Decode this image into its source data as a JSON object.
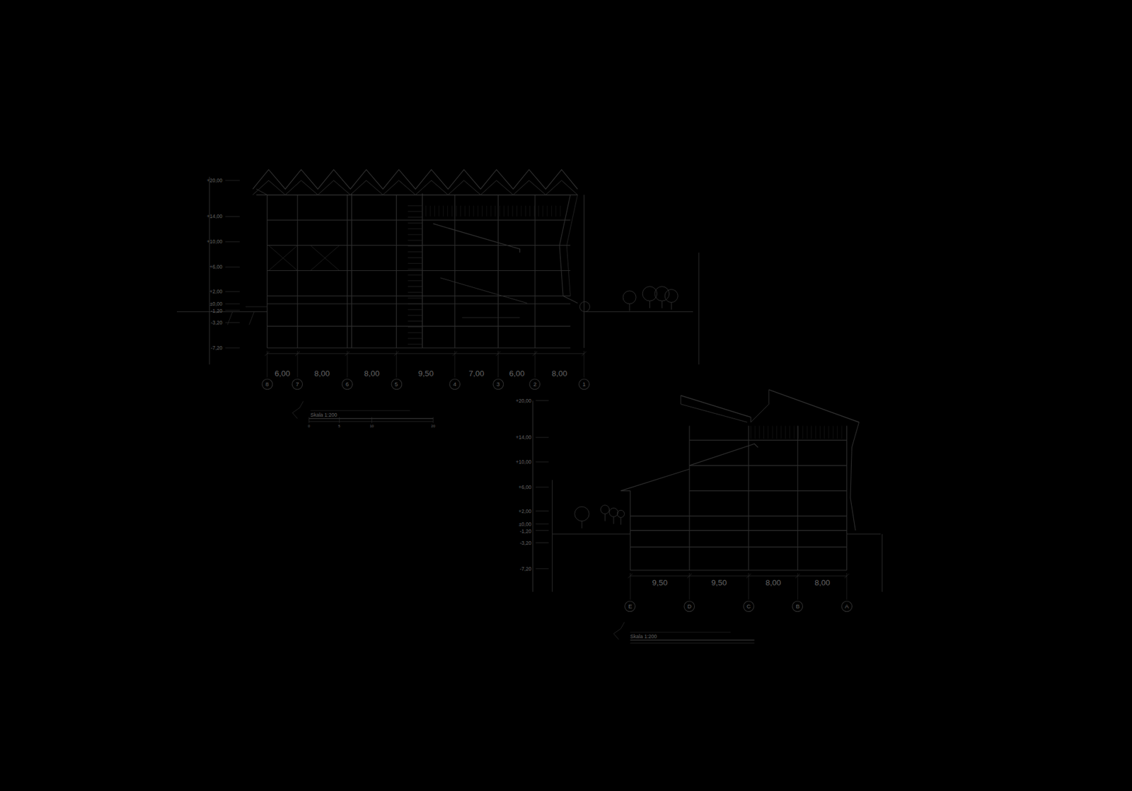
{
  "diagram": {
    "nodes": [
      {
        "text": [
          "8"
        ]
      },
      {
        "text": [
          "7"
        ]
      },
      {
        "text": [
          "6"
        ]
      },
      {
        "text": [
          "5"
        ]
      },
      {
        "text": [
          "4"
        ]
      },
      {
        "text": [
          "3"
        ]
      },
      {
        "text": [
          "2"
        ]
      },
      {
        "text": [
          "1"
        ]
      },
      {
        "text": [
          "E"
        ]
      },
      {
        "text": [
          "D"
        ]
      },
      {
        "text": [
          "C"
        ]
      },
      {
        "text": [
          "B"
        ]
      },
      {
        "text": [
          "A"
        ]
      }
    ],
    "labels": [
      "+20,00",
      "+14,00",
      "+10,00",
      "+6,00",
      "+2,00",
      "±0,00",
      "-1,20",
      "-3,20",
      "-7,20",
      "6,00",
      "8,00",
      "8,00",
      "9,50",
      "7,00",
      "6,00",
      "8,00",
      "Skala 1:200",
      "0",
      "5",
      "10",
      "20",
      "+20,00",
      "+14,00",
      "+10,00",
      "+6,00",
      "+2,00",
      "±0,00",
      "-1,20",
      "-3,20",
      "-7,20",
      "9,50",
      "9,50",
      "8,00",
      "8,00",
      "Skala 1:200"
    ]
  }
}
